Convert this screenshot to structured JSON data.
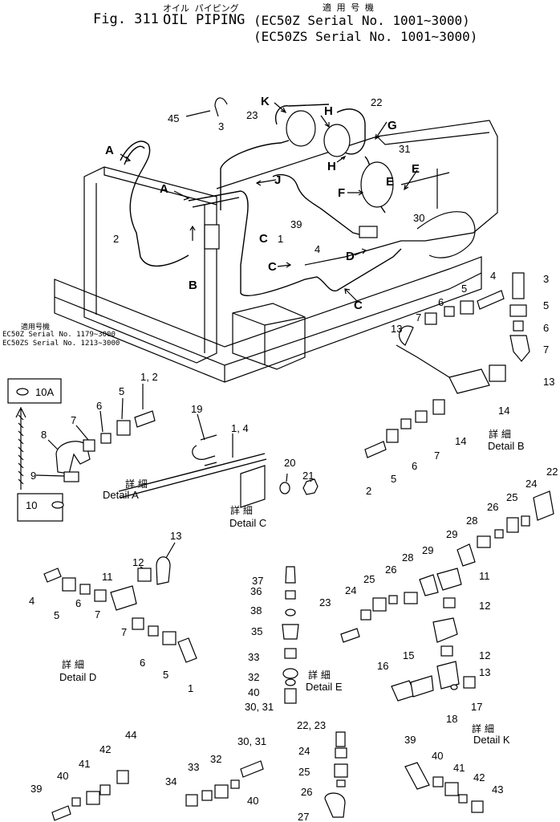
{
  "header": {
    "fig": "Fig. 311",
    "kana": "オイル パイピング",
    "title": "OIL  PIPING",
    "applic_jp": "適 用 号 機",
    "serial1": "(EC50Z   Serial No. 1001∼3000)",
    "serial2": "(EC50ZS  Serial No. 1001∼3000)"
  },
  "side_note": {
    "jp": "適用号機",
    "line1": "EC50Z   Serial No.  1179∼3000",
    "line2": "EC50ZS  Serial No.  1213∼3000",
    "box_top": "10A",
    "box_bottom": "10"
  },
  "main_labels": {
    "n45": "45",
    "n3": "3",
    "n23": "23",
    "n22": "22",
    "n31": "31",
    "n2": "2",
    "n1": "1",
    "n39": "39",
    "n4": "4",
    "n30": "30",
    "A": "A",
    "B": "B",
    "C": "C",
    "D": "D",
    "E": "E",
    "F": "F",
    "G": "G",
    "H": "H",
    "J": "J",
    "K": "K"
  },
  "detail_word_jp": "詳 細",
  "details": {
    "A": {
      "label": "Detail A",
      "parts": [
        "1, 2",
        "5",
        "6",
        "7",
        "8",
        "9"
      ]
    },
    "B": {
      "label": "Detail B",
      "parts": [
        "3",
        "5",
        "6",
        "7",
        "13",
        "4",
        "5",
        "6",
        "7",
        "13",
        "14",
        "14",
        "7",
        "6",
        "5",
        "2"
      ]
    },
    "C": {
      "label": "Detail C",
      "parts": [
        "19",
        "1, 4",
        "20",
        "21"
      ]
    },
    "D": {
      "label": "Detail D",
      "parts": [
        "13",
        "12",
        "11",
        "4",
        "5",
        "6",
        "7",
        "7",
        "6",
        "5",
        "1"
      ]
    },
    "E": {
      "label": "Detail E",
      "parts": [
        "37",
        "36",
        "38",
        "35",
        "33",
        "32",
        "40",
        "30, 31"
      ]
    },
    "K": {
      "label": "Detail K",
      "parts": [
        "22",
        "24",
        "25",
        "26",
        "28",
        "29",
        "11",
        "28",
        "29",
        "26",
        "25",
        "24",
        "23",
        "12",
        "12",
        "13",
        "15",
        "16",
        "17",
        "18"
      ]
    },
    "bottom1": {
      "parts": [
        "44",
        "42",
        "41",
        "40",
        "39"
      ]
    },
    "bottom2": {
      "parts": [
        "30, 31",
        "32",
        "33",
        "34",
        "40"
      ]
    },
    "bottom3": {
      "parts": [
        "22, 23",
        "24",
        "25",
        "26",
        "27"
      ]
    },
    "bottom4": {
      "parts": [
        "39",
        "40",
        "41",
        "42",
        "43"
      ]
    }
  }
}
